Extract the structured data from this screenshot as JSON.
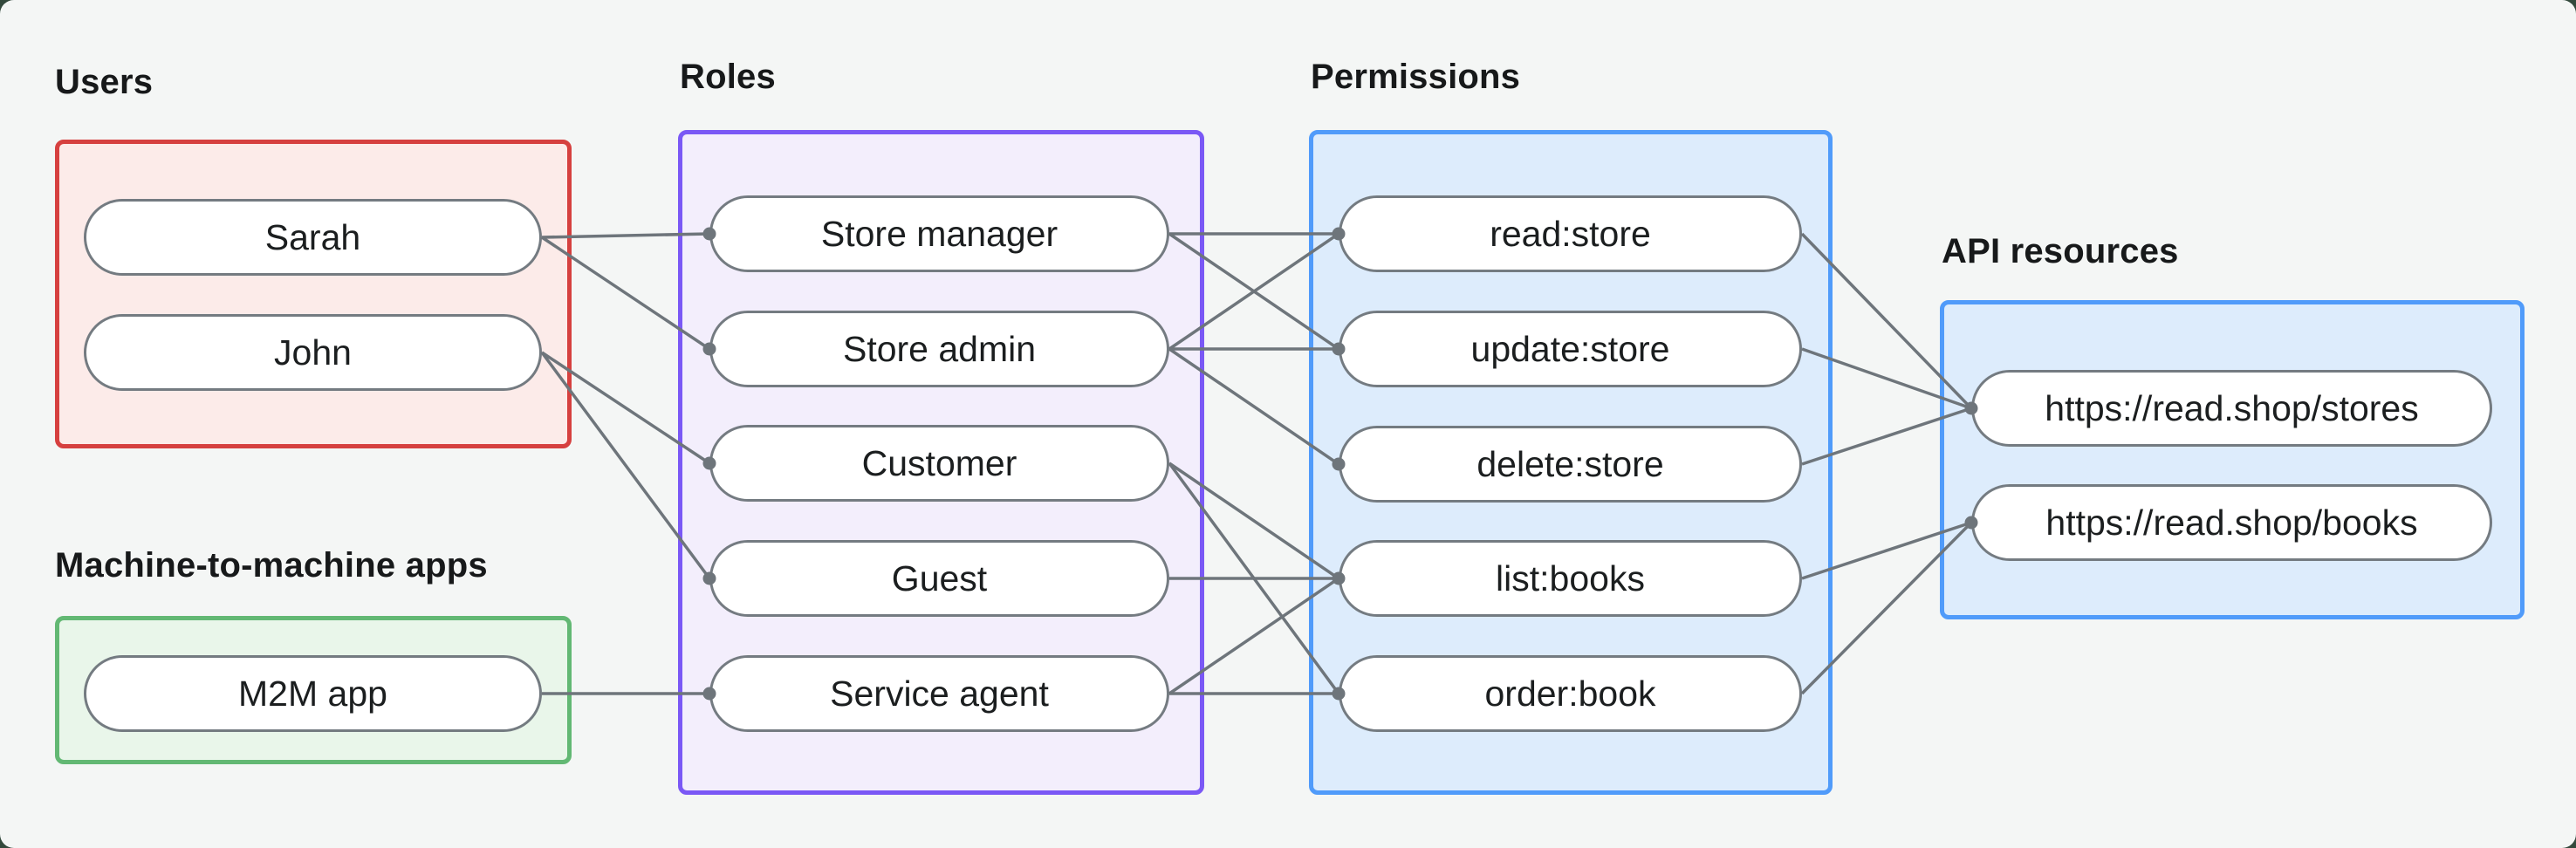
{
  "diagram": {
    "groups": [
      {
        "id": "users",
        "label": "Users",
        "border": "#d6403f",
        "fill": "#fcebe9",
        "nodes": [
          {
            "id": "sarah",
            "label": "Sarah"
          },
          {
            "id": "john",
            "label": "John"
          }
        ]
      },
      {
        "id": "m2m",
        "label": "Machine-to-machine apps",
        "border": "#62b873",
        "fill": "#e9f6ea",
        "nodes": [
          {
            "id": "m2m-app",
            "label": "M2M app"
          }
        ]
      },
      {
        "id": "roles",
        "label": "Roles",
        "border": "#7a58f5",
        "fill": "#f3eefc",
        "nodes": [
          {
            "id": "store-manager",
            "label": "Store manager"
          },
          {
            "id": "store-admin",
            "label": "Store admin"
          },
          {
            "id": "customer",
            "label": "Customer"
          },
          {
            "id": "guest",
            "label": "Guest"
          },
          {
            "id": "service-agent",
            "label": "Service agent"
          }
        ]
      },
      {
        "id": "permissions",
        "label": "Permissions",
        "border": "#509bfa",
        "fill": "#ddecfc",
        "nodes": [
          {
            "id": "read-store",
            "label": "read:store"
          },
          {
            "id": "update-store",
            "label": "update:store"
          },
          {
            "id": "delete-store",
            "label": "delete:store"
          },
          {
            "id": "list-books",
            "label": "list:books"
          },
          {
            "id": "order-book",
            "label": "order:book"
          }
        ]
      },
      {
        "id": "api-resources",
        "label": "API resources",
        "border": "#509bfa",
        "fill": "#ddecfc",
        "nodes": [
          {
            "id": "res-stores",
            "label": "https://read.shop/stores"
          },
          {
            "id": "res-books",
            "label": "https://read.shop/books"
          }
        ]
      }
    ],
    "edges": [
      {
        "from": "sarah",
        "to": "store-manager"
      },
      {
        "from": "sarah",
        "to": "store-admin"
      },
      {
        "from": "john",
        "to": "customer"
      },
      {
        "from": "john",
        "to": "guest"
      },
      {
        "from": "m2m-app",
        "to": "service-agent"
      },
      {
        "from": "store-manager",
        "to": "read-store"
      },
      {
        "from": "store-manager",
        "to": "update-store"
      },
      {
        "from": "store-admin",
        "to": "read-store"
      },
      {
        "from": "store-admin",
        "to": "update-store"
      },
      {
        "from": "store-admin",
        "to": "delete-store"
      },
      {
        "from": "customer",
        "to": "list-books"
      },
      {
        "from": "customer",
        "to": "order-book"
      },
      {
        "from": "guest",
        "to": "list-books"
      },
      {
        "from": "service-agent",
        "to": "list-books"
      },
      {
        "from": "service-agent",
        "to": "order-book"
      },
      {
        "from": "read-store",
        "to": "res-stores"
      },
      {
        "from": "update-store",
        "to": "res-stores"
      },
      {
        "from": "delete-store",
        "to": "res-stores"
      },
      {
        "from": "list-books",
        "to": "res-books"
      },
      {
        "from": "order-book",
        "to": "res-books"
      }
    ],
    "colors": {
      "line": "#6e757b",
      "dot": "#6e757b",
      "pill_border": "#747b81",
      "text": "#1b1e1f",
      "panel_background": "#f4f6f5",
      "outer_background": "#33493c"
    }
  }
}
